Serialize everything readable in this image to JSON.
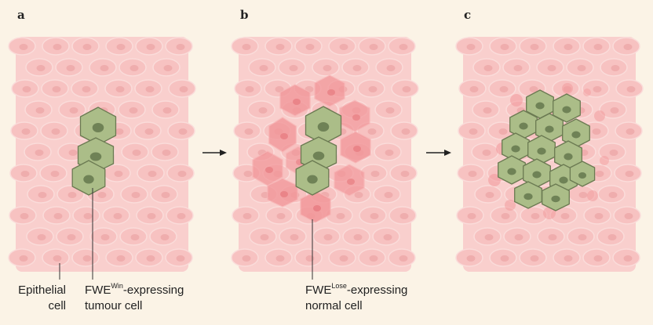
{
  "panels": [
    {
      "letter": "a"
    },
    {
      "letter": "b"
    },
    {
      "letter": "c"
    }
  ],
  "labels": {
    "epithelial": {
      "line1": "Epithelial",
      "line2": "cell"
    },
    "win": {
      "prefix": "FWE",
      "sup": "Win",
      "suffix": "-expressing",
      "line2": "tumour cell"
    },
    "lose": {
      "prefix": "FWE",
      "sup": "Lose",
      "suffix": "-expressing",
      "line2": "normal cell"
    }
  },
  "colors": {
    "background": "#fbf3e6",
    "epithelium_fill": "#f9cfcd",
    "epithelium_cell": "#f7c2c1",
    "epithelium_nucleus": "#efadad",
    "tumour_cell": "#abbd88",
    "tumour_outline": "#6b7a52",
    "tumour_nucleus": "#6f8256",
    "loser_cell": "#f2979a",
    "loser_nucleus": "#e77d82",
    "arrow": "#222222"
  }
}
